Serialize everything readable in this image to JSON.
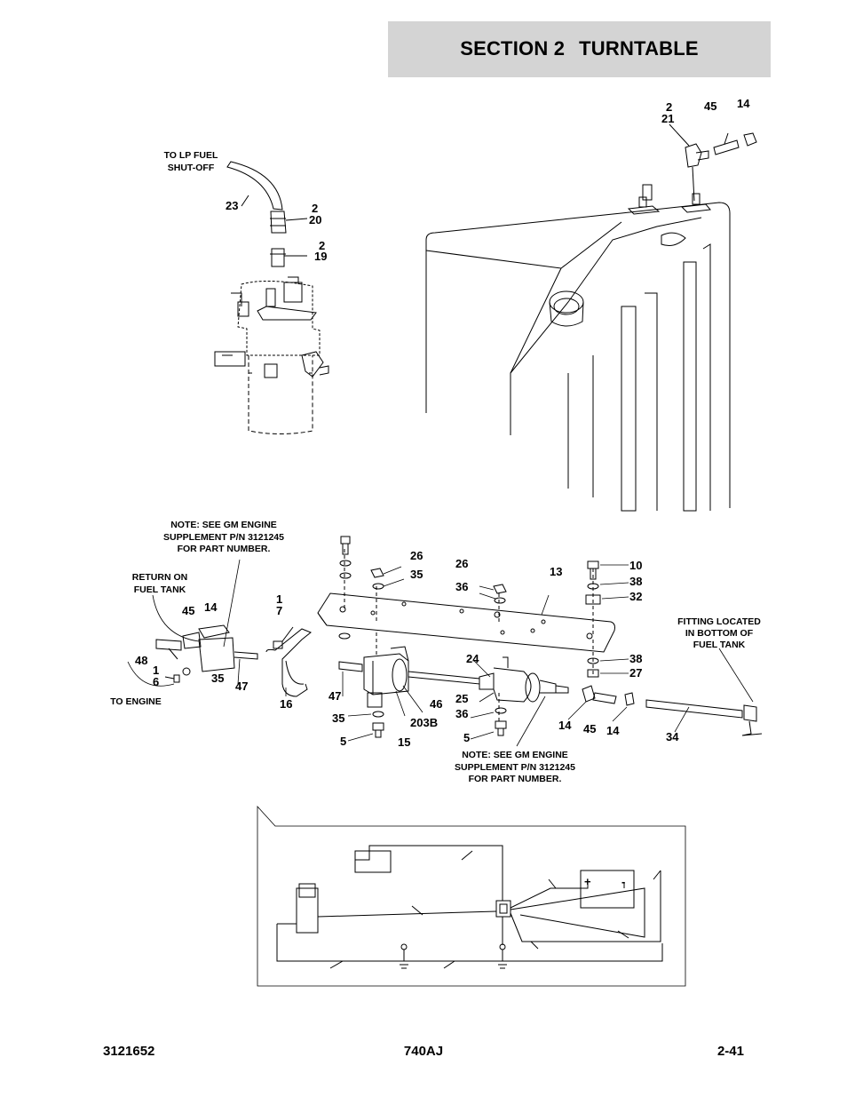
{
  "header": {
    "section_label": "SECTION 2",
    "section_title": "TURNTABLE"
  },
  "callouts": {
    "to_lp_fuel_1": "TO LP FUEL",
    "to_lp_fuel_2": "SHUT-OFF",
    "note_top_1": "NOTE:  SEE GM ENGINE",
    "note_top_2": "SUPPLEMENT P/N 3121245",
    "note_top_3": "FOR PART NUMBER.",
    "return_1": "RETURN ON",
    "return_2": "FUEL TANK",
    "to_engine": "TO ENGINE",
    "fitting_1": "FITTING LOCATED",
    "fitting_2": "IN BOTTOM OF",
    "fitting_3": "FUEL TANK",
    "note_bottom_1": "NOTE:  SEE GM ENGINE",
    "note_bottom_2": "SUPPLEMENT P/N 3121245",
    "note_bottom_3": "FOR PART NUMBER."
  },
  "part_numbers": {
    "p2_top": "2",
    "p21": "21",
    "p45_top": "45",
    "p14_top": "14",
    "p23": "23",
    "p2_a": "2",
    "p20": "20",
    "p2_b": "2",
    "p19": "19",
    "p26_a": "26",
    "p35_a": "35",
    "p26_b": "26",
    "p36_a": "36",
    "p13": "13",
    "p10": "10",
    "p38_a": "38",
    "p32": "32",
    "p45_l": "45",
    "p14_l": "14",
    "p1_a": "1",
    "p7": "7",
    "p48": "48",
    "p1_b": "1",
    "p6": "6",
    "p35_b": "35",
    "p47_a": "47",
    "p16": "16",
    "p47_b": "47",
    "p46": "46",
    "p24": "24",
    "p38_b": "38",
    "p27": "27",
    "p25": "25",
    "p36_b": "36",
    "p35_c": "35",
    "p203b": "203B",
    "p5_a": "5",
    "p15": "15",
    "p5_b": "5",
    "p14_r": "14",
    "p45_r": "45",
    "p14_r2": "14",
    "p34": "34"
  },
  "schematic": {
    "plus": "+",
    "minus": "-"
  },
  "footer": {
    "doc_number": "3121652",
    "model": "740AJ",
    "page": "2-41"
  }
}
